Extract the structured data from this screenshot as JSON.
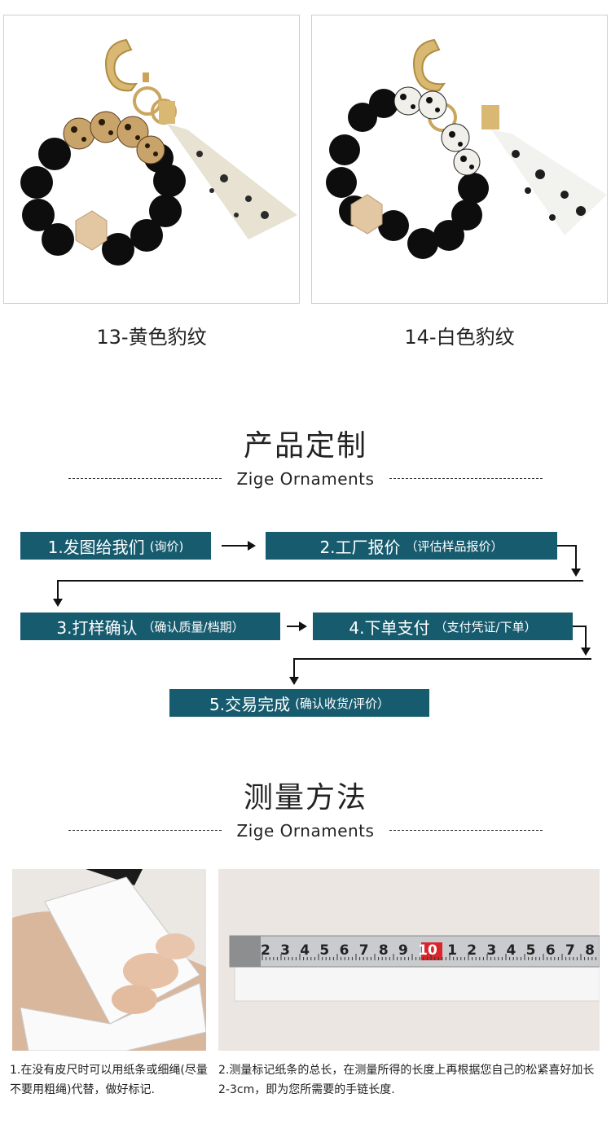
{
  "products": [
    {
      "caption": "13-黄色豹纹"
    },
    {
      "caption": "14-白色豹纹"
    }
  ],
  "customize": {
    "title": "产品定制",
    "subtitle": "Zige Ornaments",
    "steps": [
      {
        "main": "1.发图给我们",
        "sub": "(询价)"
      },
      {
        "main": "2.工厂报价",
        "sub": "（评估样品报价）"
      },
      {
        "main": "3.打样确认",
        "sub": "（确认质量/档期）"
      },
      {
        "main": "4.下单支付",
        "sub": "（支付凭证/下单）"
      },
      {
        "main": "5.交易完成",
        "sub": "(确认收货/评价）"
      }
    ]
  },
  "measure": {
    "title": "测量方法",
    "subtitle": "Zige Ornaments",
    "ruler_numbers": [
      "2",
      "3",
      "4",
      "5",
      "6",
      "7",
      "8",
      "9",
      "10",
      "1",
      "2",
      "3",
      "4",
      "5",
      "6",
      "7",
      "8"
    ],
    "notes": [
      "1.在没有皮尺时可以用纸条或细绳(尽量不要用粗绳)代替，做好标记.",
      "2.测量标记纸条的总长，在测量所得的长度上再根据您自己的松紧喜好加长2-3cm，即为您所需要的手链长度."
    ]
  },
  "colors": {
    "step_bg": "#175b6e",
    "step_text": "#ffffff"
  }
}
